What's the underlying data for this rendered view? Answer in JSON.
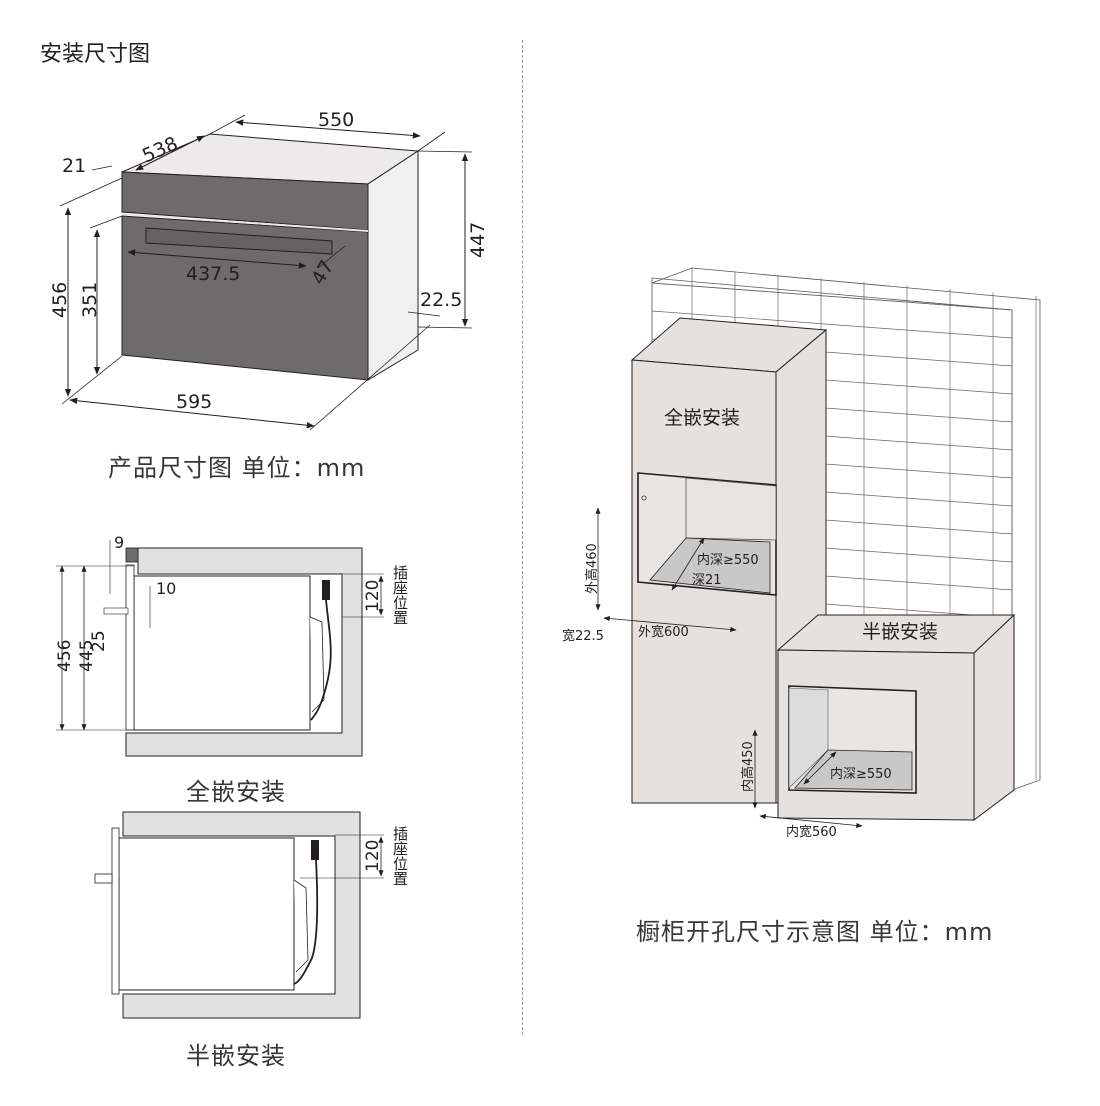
{
  "page_title": "安装尺寸图",
  "product_diagram": {
    "caption": "产品尺寸图 单位：mm",
    "dimensions": {
      "top_width": "550",
      "depth": "538",
      "front_panel_thickness": "21",
      "total_height": "456",
      "door_height": "351",
      "handle_length": "437.5",
      "handle_depth": "47",
      "body_height": "447",
      "rear_offset": "22.5",
      "front_width": "595"
    }
  },
  "full_embed_diagram": {
    "caption": "全嵌安装",
    "dimensions": {
      "top_gap": "9",
      "handle_gap": "10",
      "total_height": "456",
      "body_height": "445",
      "handle_offset": "25",
      "socket_height": "120"
    },
    "socket_label": "插座位置"
  },
  "half_embed_diagram": {
    "caption": "半嵌安装",
    "dimensions": {
      "socket_height": "120"
    },
    "socket_label": "插座位置"
  },
  "cabinet_diagram": {
    "caption": "橱柜开孔尺寸示意图 单位：mm",
    "tall_cabinet": {
      "label": "全嵌安装",
      "outer_height": "外高460",
      "inner_depth": "内深≥550",
      "depth": "深21",
      "outer_width": "外宽600",
      "width_offset": "宽22.5"
    },
    "base_cabinet": {
      "label": "半嵌安装",
      "inner_height": "内高450",
      "inner_depth": "内深≥550",
      "inner_width": "内宽560"
    }
  },
  "colors": {
    "oven_front": "#6d6b6c",
    "cabinet_fill": "#e4e1de",
    "cavity_floor": "#c9c8c8",
    "wall_fill": "#ffffff",
    "side_panel": "#dcdcdc",
    "line": "#231f20"
  }
}
